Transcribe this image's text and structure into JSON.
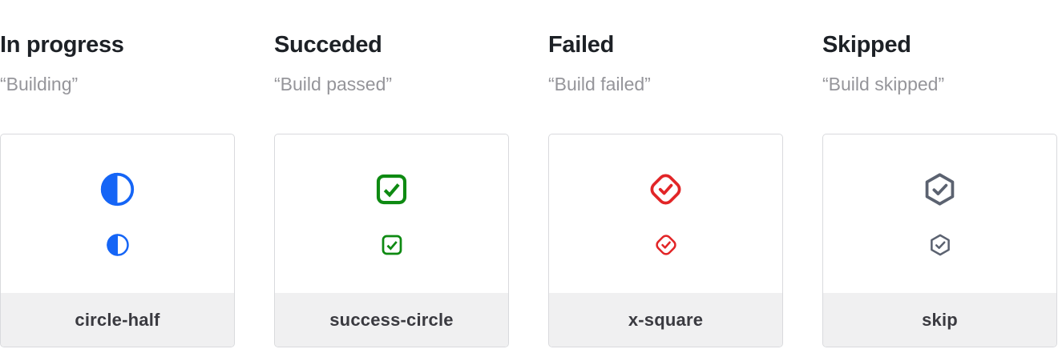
{
  "page": {
    "background": "#ffffff",
    "card_border": "#d9dadd",
    "footer_background": "#f0f0f1"
  },
  "columns": [
    {
      "id": "in-progress",
      "title": "In progress",
      "subtitle": "“Building”",
      "icon": "circle-half-icon",
      "label": "circle-half",
      "color": "#1565f6"
    },
    {
      "id": "succeeded",
      "title": "Succeded",
      "subtitle": "“Build passed”",
      "icon": "success-circle-icon",
      "label": "success-circle",
      "color": "#0e8a12"
    },
    {
      "id": "failed",
      "title": "Failed",
      "subtitle": "“Build failed”",
      "icon": "x-square-icon",
      "label": "x-square",
      "color": "#e22527"
    },
    {
      "id": "skipped",
      "title": "Skipped",
      "subtitle": "“Build skipped”",
      "icon": "skip-icon",
      "label": "skip",
      "color": "#5b6270"
    }
  ]
}
